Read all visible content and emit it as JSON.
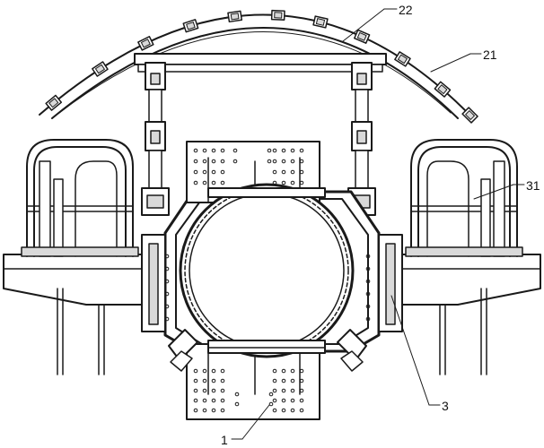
{
  "callouts": {
    "c22": "22",
    "c21": "21",
    "c31": "31",
    "c3": "3",
    "c1": "1"
  }
}
